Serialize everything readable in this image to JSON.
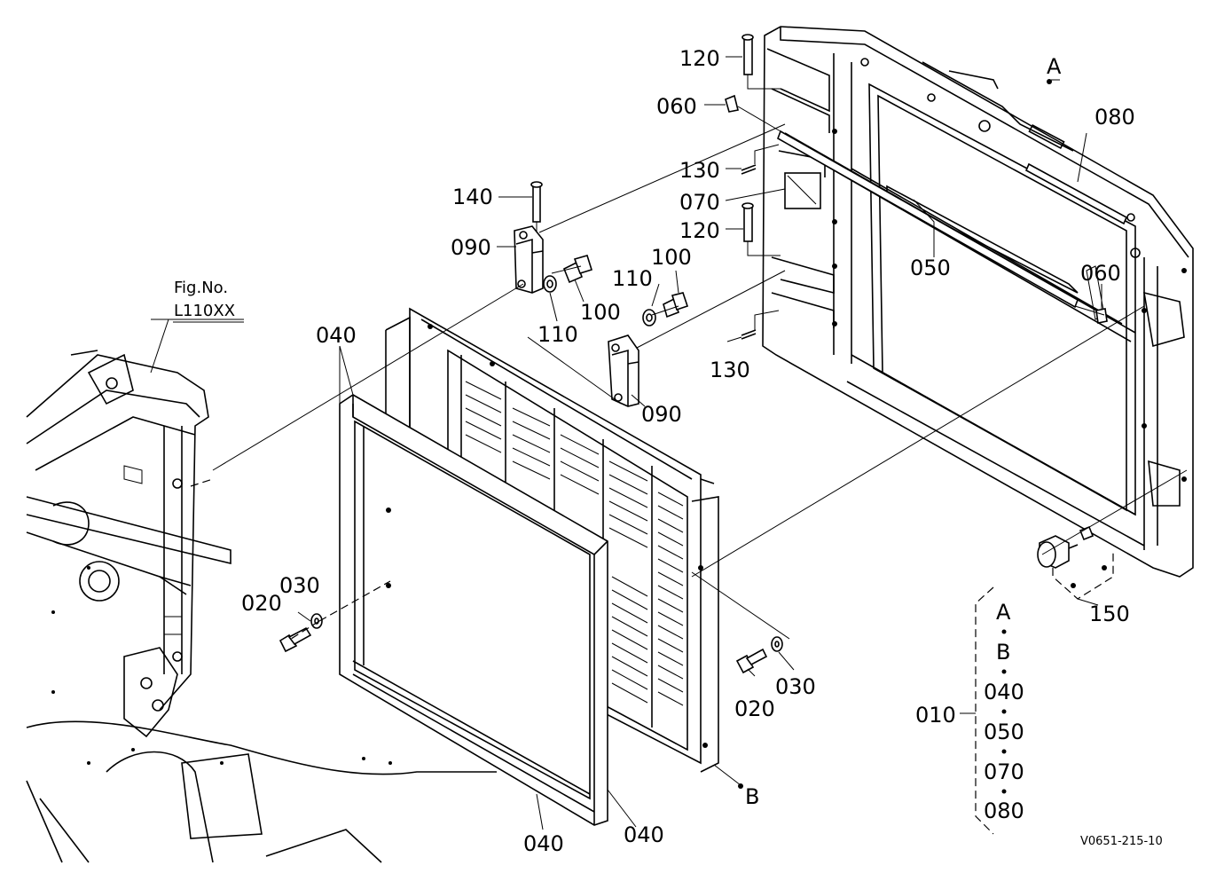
{
  "figure_ref": {
    "line1": "Fig.No.",
    "line2": "L110XX"
  },
  "drawing_code": "V0651-215-10",
  "parts": {
    "p010": "010",
    "p020a": "020",
    "p020b": "020",
    "p030a": "030",
    "p030b": "030",
    "p040a": "040",
    "p040b": "040",
    "p040c": "040",
    "p050": "050",
    "p060a": "060",
    "p060b": "060",
    "p070": "070",
    "p080": "080",
    "p090a": "090",
    "p090b": "090",
    "p100a": "100",
    "p100b": "100",
    "p110a": "110",
    "p110b": "110",
    "p120a": "120",
    "p120b": "120",
    "p130a": "130",
    "p130b": "130",
    "p140": "140",
    "p150": "150"
  },
  "refs": {
    "a": "A",
    "b": "B"
  },
  "kit_010": [
    "A",
    "B",
    "040",
    "050",
    "070",
    "080"
  ]
}
